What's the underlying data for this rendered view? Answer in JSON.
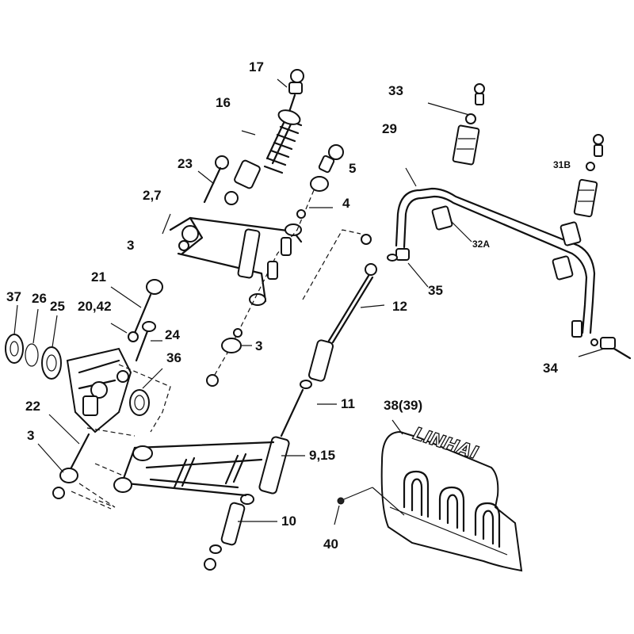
{
  "labels": {
    "l17": "17",
    "l16": "16",
    "l23": "23",
    "l27": "2,7",
    "l3a": "3",
    "l5": "5",
    "l4": "4",
    "l33": "33",
    "l29": "29",
    "l31b": "31B",
    "l32a": "32A",
    "l35": "35",
    "l21": "21",
    "l37": "37",
    "l26": "26",
    "l25": "25",
    "l2042": "20,42",
    "l24": "24",
    "l36": "36",
    "l3b": "3",
    "l12": "12",
    "l11": "11",
    "l22": "22",
    "l3c": "3",
    "l915": "9,15",
    "l10": "10",
    "l3839": "38(39)",
    "l34": "34",
    "l40": "40"
  },
  "logo_text": "LINHAI"
}
